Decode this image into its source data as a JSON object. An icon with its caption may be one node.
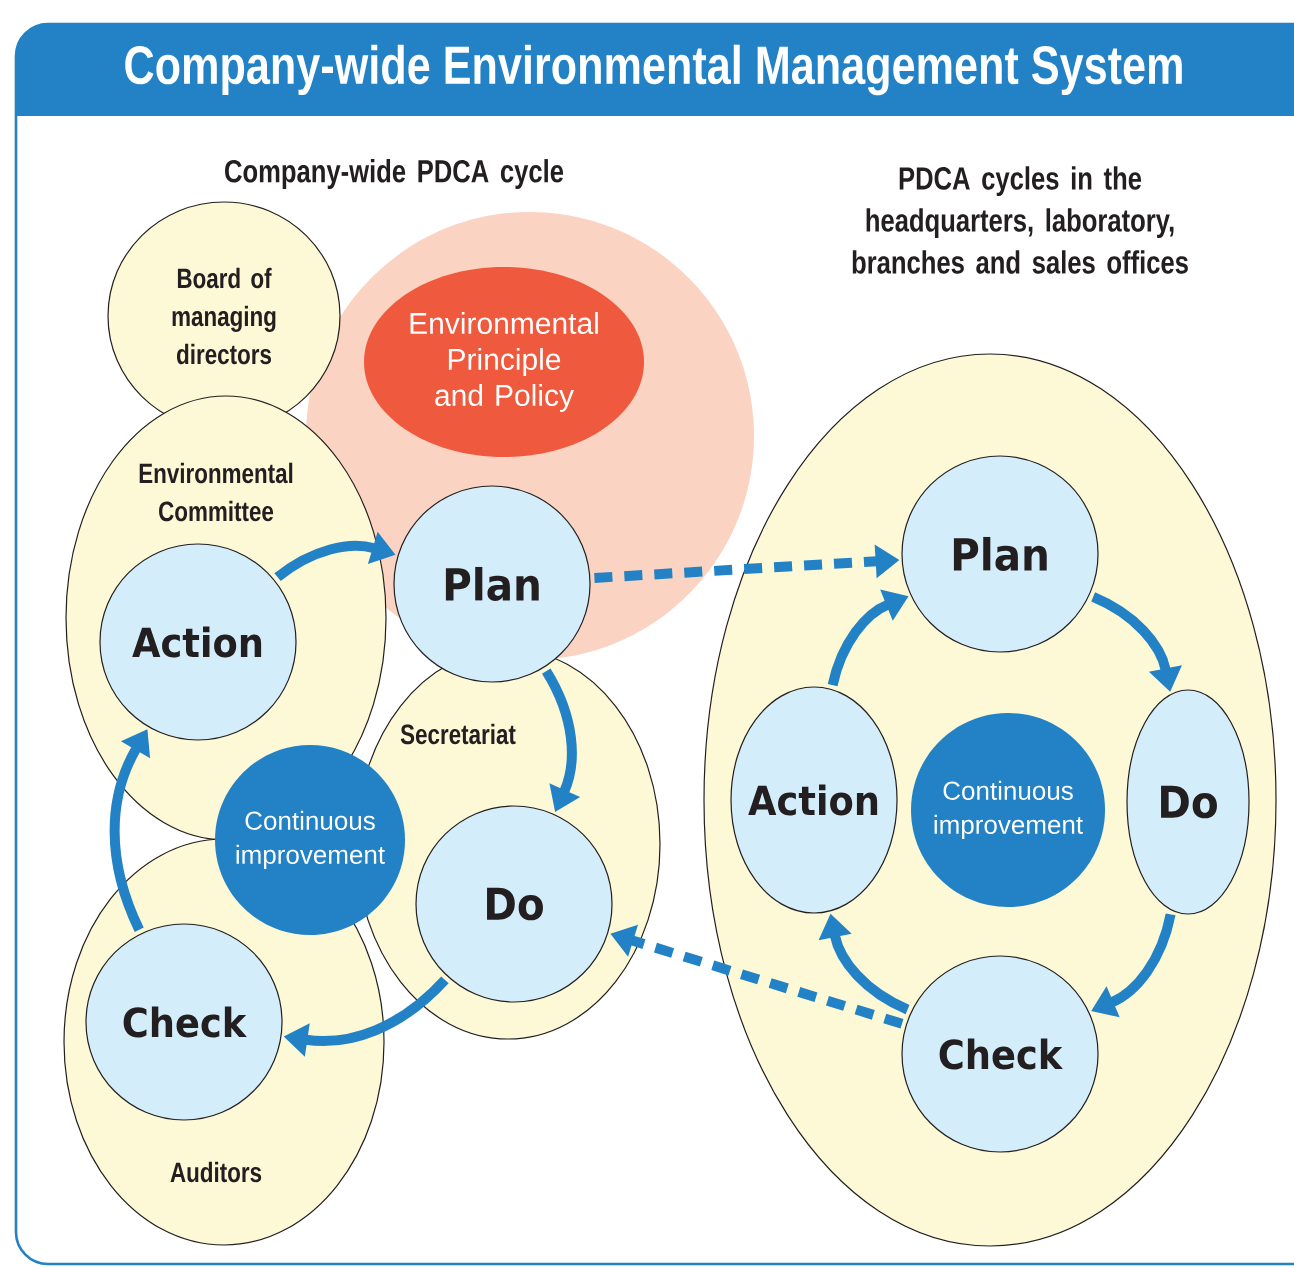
{
  "diagram": {
    "title": "Company-wide Environmental Management System",
    "nodes": [
      {
        "text": [
          "Board of managing directors"
        ]
      },
      {
        "text": [],
        "shape": "circle"
      },
      {
        "text": [
          "Environmental Principle and Policy"
        ],
        "in": 1
      },
      {
        "text": [
          "Environmental Committee"
        ]
      },
      {
        "text": [
          "Action"
        ],
        "in": 3
      },
      {
        "text": [
          "Plan"
        ]
      },
      {
        "text": [
          "Secretariat"
        ]
      },
      {
        "text": [
          "Do"
        ],
        "in": 6
      },
      {
        "text": [
          "Continuous improvement"
        ]
      },
      {
        "text": [
          "Auditors"
        ]
      },
      {
        "text": [
          "Check"
        ],
        "in": 9
      },
      {
        "text": [],
        "shape": "ellipse"
      },
      {
        "text": [
          "Plan"
        ],
        "in": 11
      },
      {
        "text": [
          "Action"
        ],
        "in": 11
      },
      {
        "text": [
          "Continuous improvement"
        ],
        "in": 11
      },
      {
        "text": [
          "Do"
        ],
        "in": 11
      },
      {
        "text": [
          "Check"
        ],
        "in": 11
      }
    ],
    "edges": [
      {
        "from": 4,
        "to": 5,
        "arrow": "to"
      },
      {
        "from": 5,
        "to": 7,
        "arrow": "to"
      },
      {
        "from": 7,
        "to": 10,
        "arrow": "to"
      },
      {
        "from": 10,
        "to": 4,
        "arrow": "to"
      },
      {
        "from": 5,
        "to": 12,
        "arrow": "to",
        "style": "dashed"
      },
      {
        "from": 16,
        "to": 7,
        "arrow": "to",
        "style": "dashed"
      },
      {
        "from": 12,
        "to": 15,
        "arrow": "to"
      },
      {
        "from": 15,
        "to": 16,
        "arrow": "to"
      },
      {
        "from": 16,
        "to": 13,
        "arrow": "to"
      },
      {
        "from": 13,
        "to": 12,
        "arrow": "to"
      }
    ],
    "labels": [
      "Company-wide PDCA cycle",
      "PDCA cycles in the headquarters, laboratory, branches and sales offices"
    ]
  }
}
